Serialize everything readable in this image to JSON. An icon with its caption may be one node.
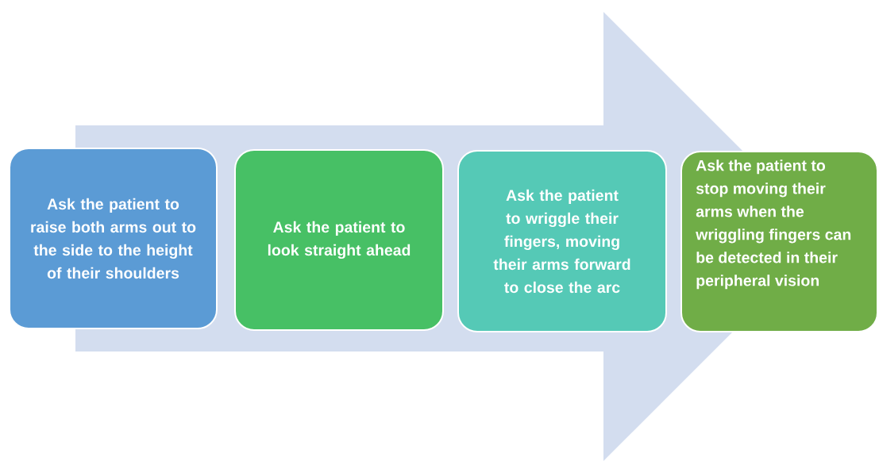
{
  "diagram": {
    "nodes": [
      {
        "text": [
          "Ask the patient to raise both arms out to the side to the height of their shoulders"
        ]
      },
      {
        "text": [
          "Ask the patient to look straight ahead"
        ]
      },
      {
        "text": [
          "Ask the patient to wriggle their fingers, moving their arms forward to close the arc"
        ]
      },
      {
        "text": [
          "Ask the patient to stop moving their arms when the wriggling fingers can be detected in their peripheral vision"
        ]
      }
    ],
    "edges": [
      {
        "from": 0,
        "to": 3,
        "arrow": "to"
      }
    ]
  }
}
